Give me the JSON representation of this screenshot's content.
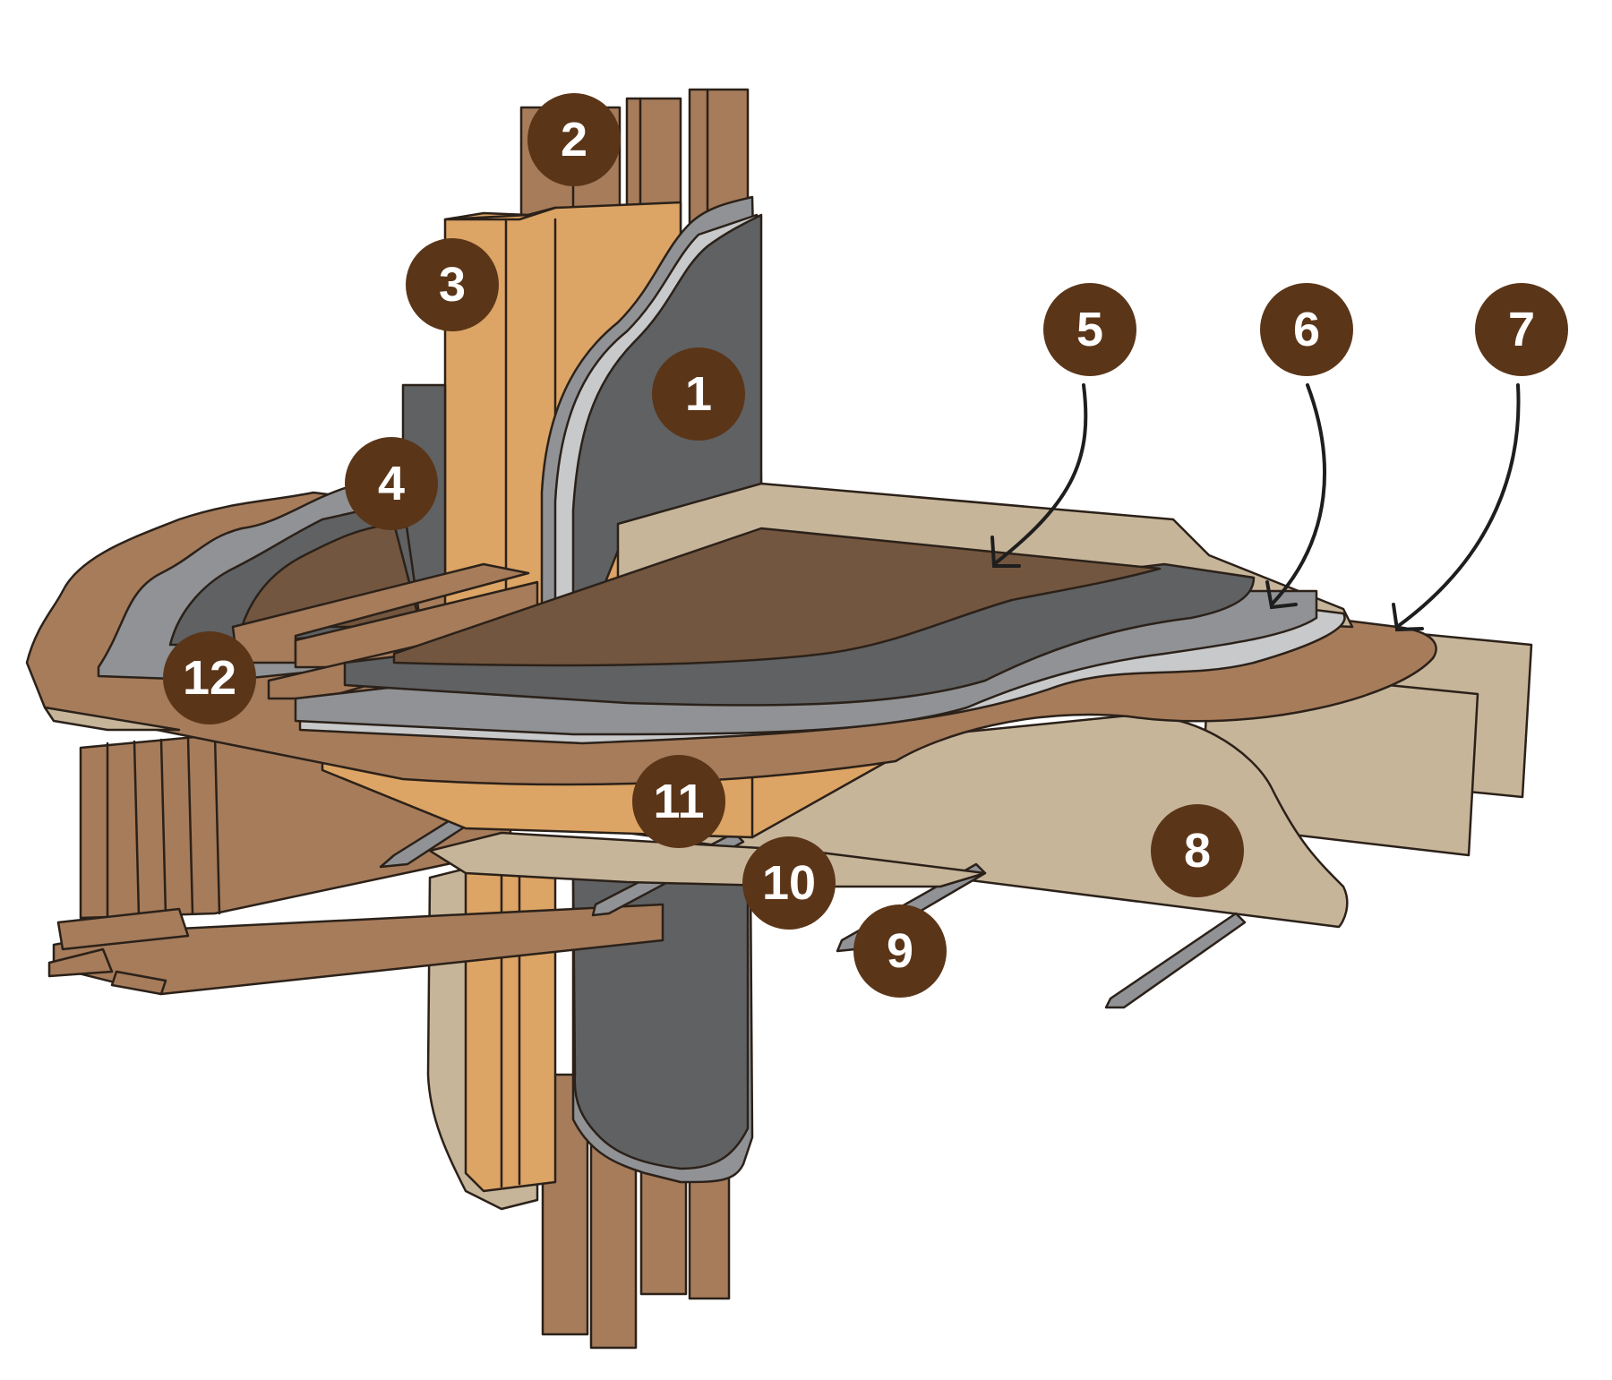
{
  "colors": {
    "badge": "#5b3518",
    "arrow": "#1e1e1e",
    "stud": "#a67c5b",
    "stud_light": "#dca465",
    "membrane_dark": "#5f6163",
    "membrane_grey": "#909295",
    "membrane_light": "#c8c9cb",
    "deck_brown": "#73563f",
    "plywood": "#a67c5b",
    "beige": "#c7b59a",
    "outline": "#2b2119"
  },
  "callouts": [
    {
      "id": "c1",
      "label": "1"
    },
    {
      "id": "c2",
      "label": "2"
    },
    {
      "id": "c3",
      "label": "3"
    },
    {
      "id": "c4",
      "label": "4"
    },
    {
      "id": "c5",
      "label": "5"
    },
    {
      "id": "c6",
      "label": "6"
    },
    {
      "id": "c7",
      "label": "7"
    },
    {
      "id": "c8",
      "label": "8"
    },
    {
      "id": "c9",
      "label": "9"
    },
    {
      "id": "c10",
      "label": "10"
    },
    {
      "id": "c11",
      "label": "11"
    },
    {
      "id": "c12",
      "label": "12"
    }
  ]
}
